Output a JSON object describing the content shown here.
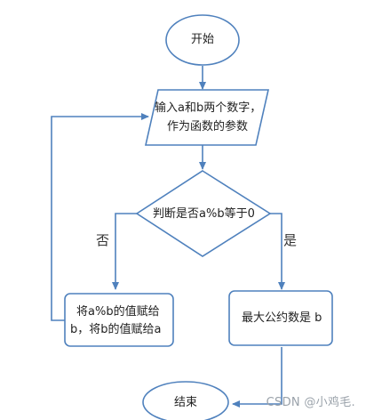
{
  "flowchart": {
    "start": "开始",
    "input_line1": "输入a和b两个数字，",
    "input_line2": "作为函数的参数",
    "decision": "判断是否a%b等于0",
    "no_label": "否",
    "yes_label": "是",
    "assign_line1": "将a%b的值赋给",
    "assign_line2": "b，将b的值赋给a",
    "result": "最大公约数是 b",
    "end": "结束"
  },
  "watermark": "CSDN @小鸡毛.",
  "colors": {
    "stroke": "#4f81bd",
    "fill": "#ffffff",
    "text": "#222222"
  }
}
